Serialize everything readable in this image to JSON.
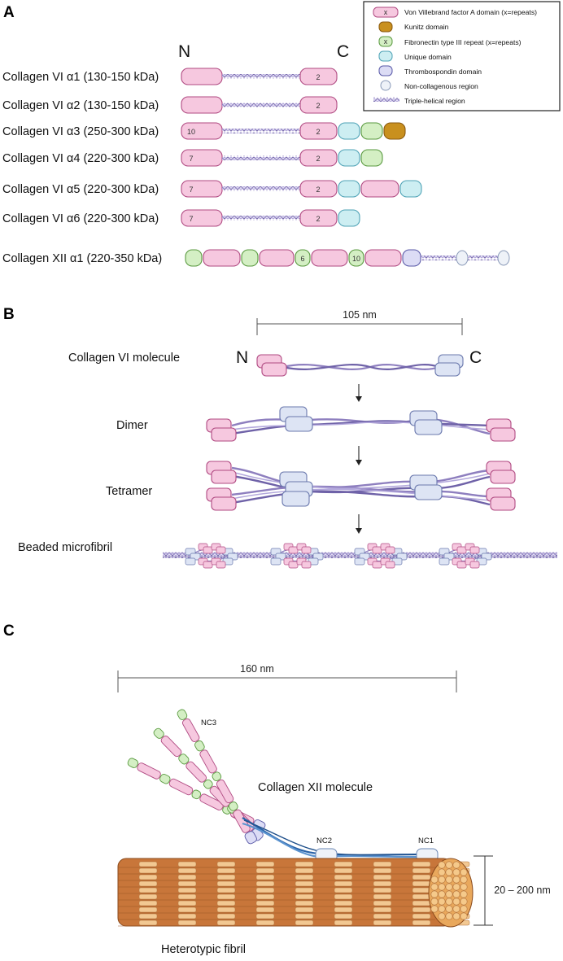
{
  "panels": {
    "a": "A",
    "b": "B",
    "c": "C"
  },
  "colors": {
    "vwa": "#f6c8df",
    "vwa_stroke": "#b04a82",
    "kunitz": "#c9901e",
    "kunitz_stroke": "#8a5a10",
    "fn3": "#d4efc4",
    "fn3_stroke": "#5a9a40",
    "unique": "#cdeef2",
    "unique_stroke": "#4fa3b6",
    "tsp": "#dcdcf5",
    "tsp_stroke": "#5a5aa8",
    "nc": "#eef2f8",
    "nc_stroke": "#8a9ab8",
    "helix": "#8e7fbf",
    "fibril_dark": "#c8763a",
    "fibril_light": "#f2c892"
  },
  "legend": {
    "items": [
      {
        "icon": "vwa-domain-icon",
        "symbol": "x",
        "label": "Von Villebrand factor A domain (x=repeats)"
      },
      {
        "icon": "kunitz-domain-icon",
        "symbol": "",
        "label": "Kunitz domain"
      },
      {
        "icon": "fibronectin-domain-icon",
        "symbol": "x",
        "label": "Fibronectin type III repeat (x=repeats)"
      },
      {
        "icon": "unique-domain-icon",
        "symbol": "",
        "label": "Unique domain"
      },
      {
        "icon": "thrombospondin-domain-icon",
        "symbol": "",
        "label": "Thrombospondin domain"
      },
      {
        "icon": "non-collagenous-icon",
        "symbol": "",
        "label": "Non-collagenous region"
      },
      {
        "icon": "triple-helix-icon",
        "symbol": "",
        "label": "Triple-helical region"
      }
    ]
  },
  "panel_a": {
    "n_label": "N",
    "c_label": "C",
    "chains": [
      {
        "label": "Collagen VI α1 (130-150 kDa)",
        "n_repeats": "",
        "c_repeats": "2",
        "c_extra": []
      },
      {
        "label": "Collagen VI α2 (130-150 kDa)",
        "n_repeats": "",
        "c_repeats": "2",
        "c_extra": []
      },
      {
        "label": "Collagen VI α3 (250-300 kDa)",
        "n_repeats": "10",
        "c_repeats": "2",
        "c_extra": [
          "unique",
          "fn3",
          "kunitz"
        ]
      },
      {
        "label": "Collagen VI α4 (220-300 kDa)",
        "n_repeats": "7",
        "c_repeats": "2",
        "c_extra": [
          "unique",
          "fn3"
        ]
      },
      {
        "label": "Collagen VI α5 (220-300 kDa)",
        "n_repeats": "7",
        "c_repeats": "2",
        "c_extra": [
          "unique",
          "vwa",
          "unique"
        ]
      },
      {
        "label": "Collagen VI α6 (220-300 kDa)",
        "n_repeats": "7",
        "c_repeats": "2",
        "c_extra": [
          "unique"
        ]
      }
    ],
    "col12": {
      "label": "Collagen XII α1 (220-350 kDa)",
      "fn3_a": "6",
      "fn3_b": "10"
    }
  },
  "panel_b": {
    "scale": "105 nm",
    "n_label": "N",
    "c_label": "C",
    "stages": [
      "Collagen VI molecule",
      "Dimer",
      "Tetramer",
      "Beaded microfibril"
    ]
  },
  "panel_c": {
    "scale": "160 nm",
    "molecule": "Collagen XII molecule",
    "nc3": "NC3",
    "nc2": "NC2",
    "nc1": "NC1",
    "diameter": "20 – 200 nm",
    "fibril": "Heterotypic fibril"
  }
}
